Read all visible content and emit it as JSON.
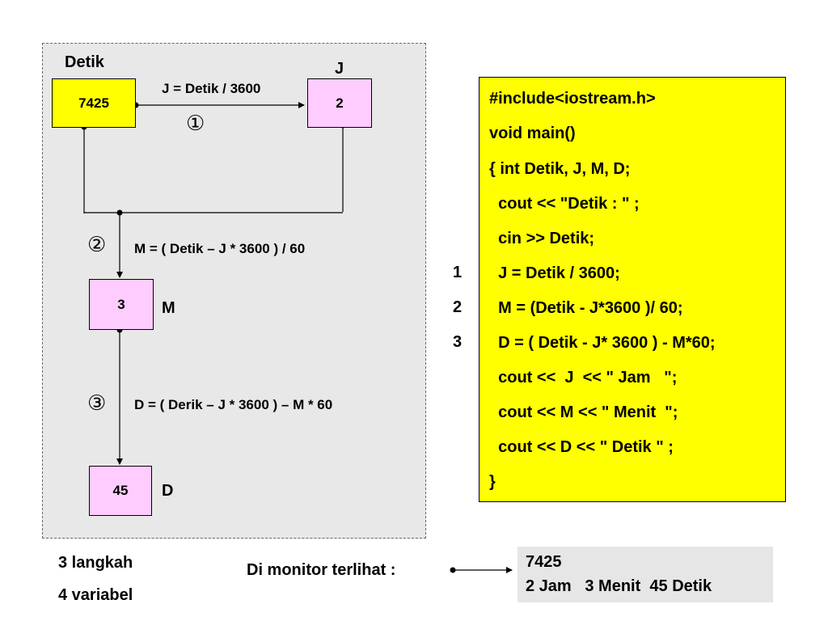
{
  "flowchart": {
    "detik": {
      "label": "Detik",
      "value": "7425"
    },
    "j": {
      "label": "J",
      "value": "2"
    },
    "m": {
      "label": "M",
      "value": "3"
    },
    "d": {
      "label": "D",
      "value": "45"
    },
    "steps": [
      {
        "marker": "①",
        "formula": "J = Detik / 3600"
      },
      {
        "marker": "②",
        "formula": "M = ( Detik – J * 3600 ) / 60"
      },
      {
        "marker": "③",
        "formula": "D = ( Derik – J * 3600 ) – M * 60"
      }
    ]
  },
  "code": {
    "lines": [
      "#include<iostream.h>",
      "void main()",
      "{ int Detik, J, M, D;",
      "  cout << \"Detik : \" ;",
      "  cin >> Detik;",
      "  J = Detik / 3600;",
      "  M = (Detik - J*3600 )/ 60;",
      "  D = ( Detik - J* 3600 ) - M*60;",
      "  cout <<  J  << \" Jam   \";",
      "  cout << M << \" Menit  \";",
      "  cout << D << \" Detik \" ;",
      "}"
    ],
    "line_numbers": [
      "1",
      "2",
      "3"
    ]
  },
  "notes": {
    "steps_count": "3 langkah",
    "variables_count": "4 variabel"
  },
  "monitor": {
    "label": "Di monitor terlihat :",
    "output_line1": "7425",
    "output_line2": "2 Jam   3 Menit  45 Detik"
  },
  "colors": {
    "panel": "#e8e8e8",
    "yellow": "#ffff00",
    "pink": "#ffccff",
    "monitor_bg": "#e6e6e6"
  }
}
